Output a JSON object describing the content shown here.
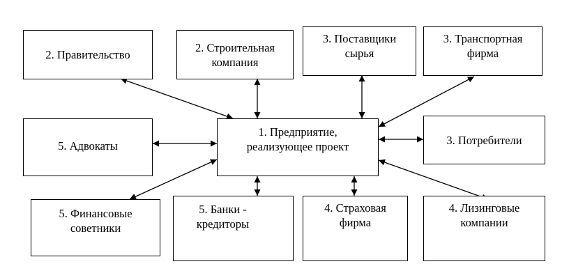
{
  "diagram": {
    "center": {
      "label": "1. Предприятие,\nреализующее проект"
    },
    "nodes": [
      {
        "id": "government",
        "label": "2. Правительство"
      },
      {
        "id": "construction",
        "label": "2. Строительная\nкомпания"
      },
      {
        "id": "suppliers",
        "label": "3. Поставщики\nсырья"
      },
      {
        "id": "transport",
        "label": "3. Транспортная\nфирма"
      },
      {
        "id": "lawyers",
        "label": "5. Адвокаты"
      },
      {
        "id": "consumers",
        "label": "3. Потребители"
      },
      {
        "id": "advisors",
        "label": "5. Финансовые\nсоветники"
      },
      {
        "id": "banks",
        "label": "5. Банки -\nкредиторы"
      },
      {
        "id": "insurance",
        "label": "4. Страховая\nфирма"
      },
      {
        "id": "leasing",
        "label": "4. Лизинговые\nкомпании"
      }
    ],
    "edges": [
      {
        "from": "center",
        "to": "government",
        "type": "bidirectional"
      },
      {
        "from": "center",
        "to": "construction",
        "type": "bidirectional"
      },
      {
        "from": "center",
        "to": "suppliers",
        "type": "bidirectional"
      },
      {
        "from": "center",
        "to": "transport",
        "type": "bidirectional"
      },
      {
        "from": "center",
        "to": "lawyers",
        "type": "bidirectional"
      },
      {
        "from": "center",
        "to": "consumers",
        "type": "bidirectional"
      },
      {
        "from": "center",
        "to": "advisors",
        "type": "bidirectional"
      },
      {
        "from": "center",
        "to": "banks",
        "type": "bidirectional"
      },
      {
        "from": "center",
        "to": "insurance",
        "type": "bidirectional"
      },
      {
        "from": "center",
        "to": "leasing",
        "type": "bidirectional"
      }
    ]
  }
}
